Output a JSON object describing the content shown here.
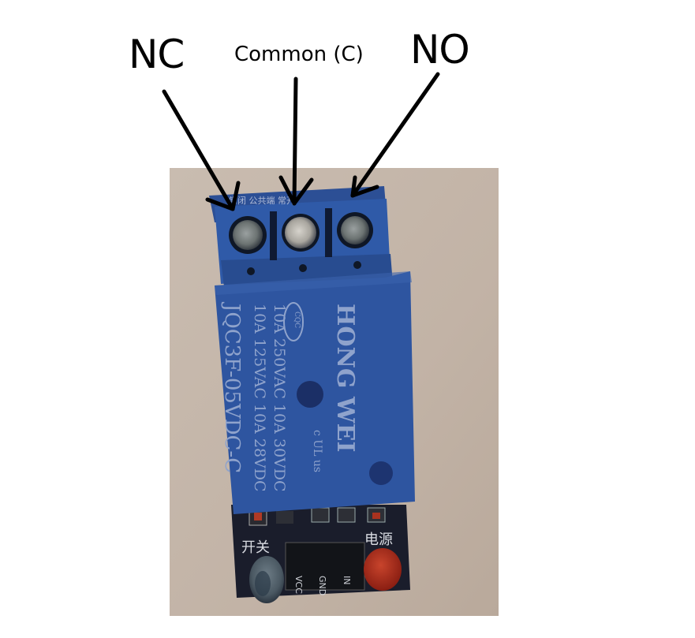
{
  "labels": {
    "nc": "NC",
    "common": "Common (C)",
    "no": "NO"
  },
  "relay": {
    "brand": "HONG WEI",
    "rating_line1": "10A 250VAC 10A 30VDC",
    "rating_line2": "10A 125VAC 10A 28VDC",
    "model": "JQC3F-05VDC-C",
    "cert_mark": "CQC",
    "ul_mark": "c UL us"
  },
  "pcb": {
    "switch_label": "开关",
    "power_label": "电源",
    "pin_vcc": "VCC",
    "pin_gnd": "GND",
    "pin_in": "IN"
  },
  "colors": {
    "background": "#ffffff",
    "photo_bg": "#c4b5a8",
    "terminal_blue": "#2f5aa8",
    "relay_blue": "#2e55a0",
    "pcb_dark": "#1a1d2b",
    "led_red": "#b8321f",
    "arrow": "#000000"
  }
}
